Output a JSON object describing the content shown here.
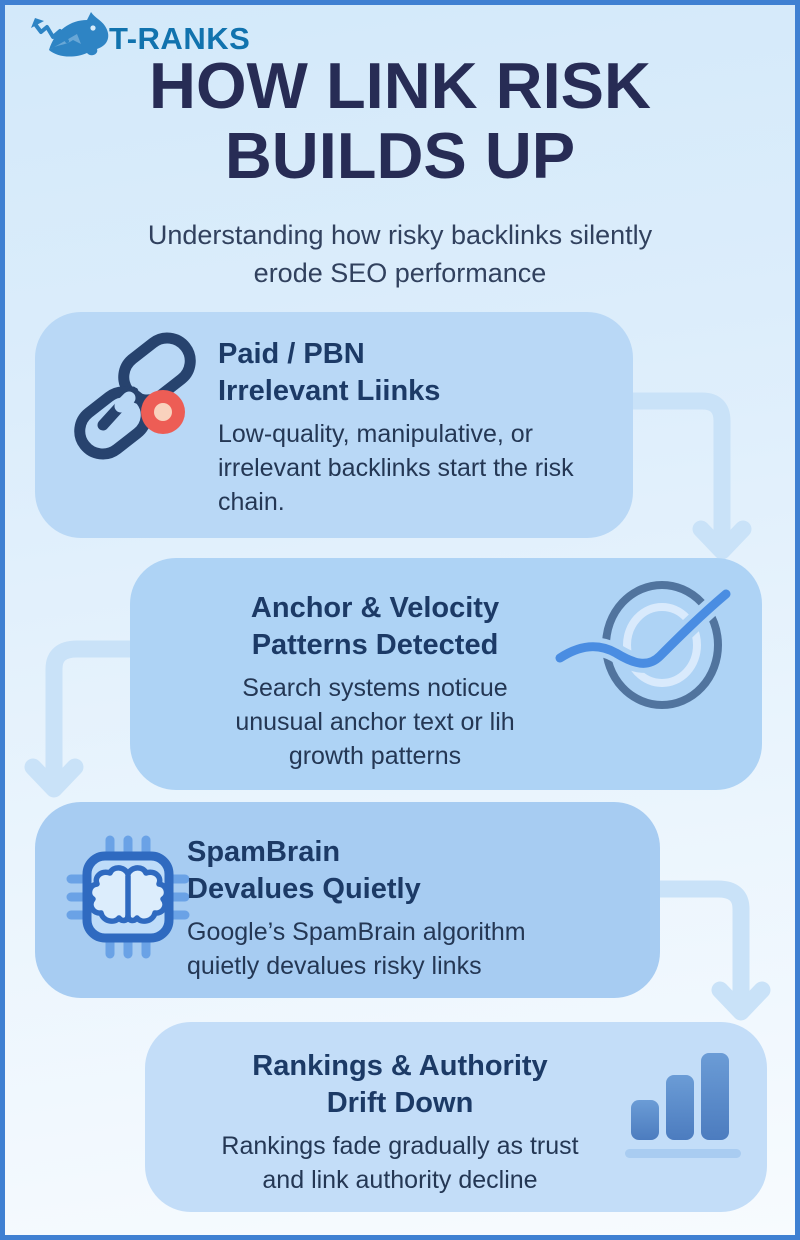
{
  "logo": {
    "text": "T-RANKS",
    "icon": "shark-trend-icon"
  },
  "header": {
    "title_line1": "HOW LINK RISK",
    "title_line2": "BUILDS UP",
    "subtitle_line1": "Understanding how risky backlinks silently",
    "subtitle_line2": "erode SEO performance"
  },
  "cards": [
    {
      "icon": "broken-chain-icon",
      "heading_lines": [
        "Paid / PBN",
        "Irrelevant Liinks"
      ],
      "body_lines": [
        "Low-quality, manipulative, or",
        "irrelevant backlinks start the risk",
        "chain."
      ]
    },
    {
      "icon": "check-circle-trend-icon",
      "heading_lines": [
        "Anchor & Velocity",
        "Patterns Detected"
      ],
      "body_lines": [
        "Search systems noticue",
        "unusual anchor text or lih",
        "growth patterns"
      ]
    },
    {
      "icon": "brain-chip-icon",
      "heading_lines": [
        "SpamBrain",
        "Devalues Quietly"
      ],
      "body_lines": [
        "Google’s SpamBrain algorithm",
        "quietly devalues risky links"
      ]
    },
    {
      "icon": "bar-chart-icon",
      "heading_lines": [
        "Rankings & Authority",
        "Drift Down"
      ],
      "body_lines": [
        "Rankings fade gradually as trust",
        "and link authority decline"
      ]
    }
  ],
  "palette": {
    "frame_border": "#3f80d2",
    "background_top": "#d3e9fa",
    "background_bottom": "#f7fbfe",
    "title_text": "#272c55",
    "subtitle_text": "#31415e",
    "heading_text": "#1c3a66",
    "body_text": "#243754",
    "card1_bg": "#b9d8f6",
    "card2_bg": "#aed3f5",
    "card3_bg": "#a7ccf2",
    "card4_bg": "#c3ddf8",
    "connector": "#c9e2f8",
    "logo_blue": "#1173ae",
    "chain_navy": "#27436e",
    "alert_red": "#ed5d55",
    "check_blue": "#4a8de2",
    "ring_blue": "#51749e",
    "chip_blue": "#2f6ac0",
    "bar_blue": "#4c7cbf"
  }
}
